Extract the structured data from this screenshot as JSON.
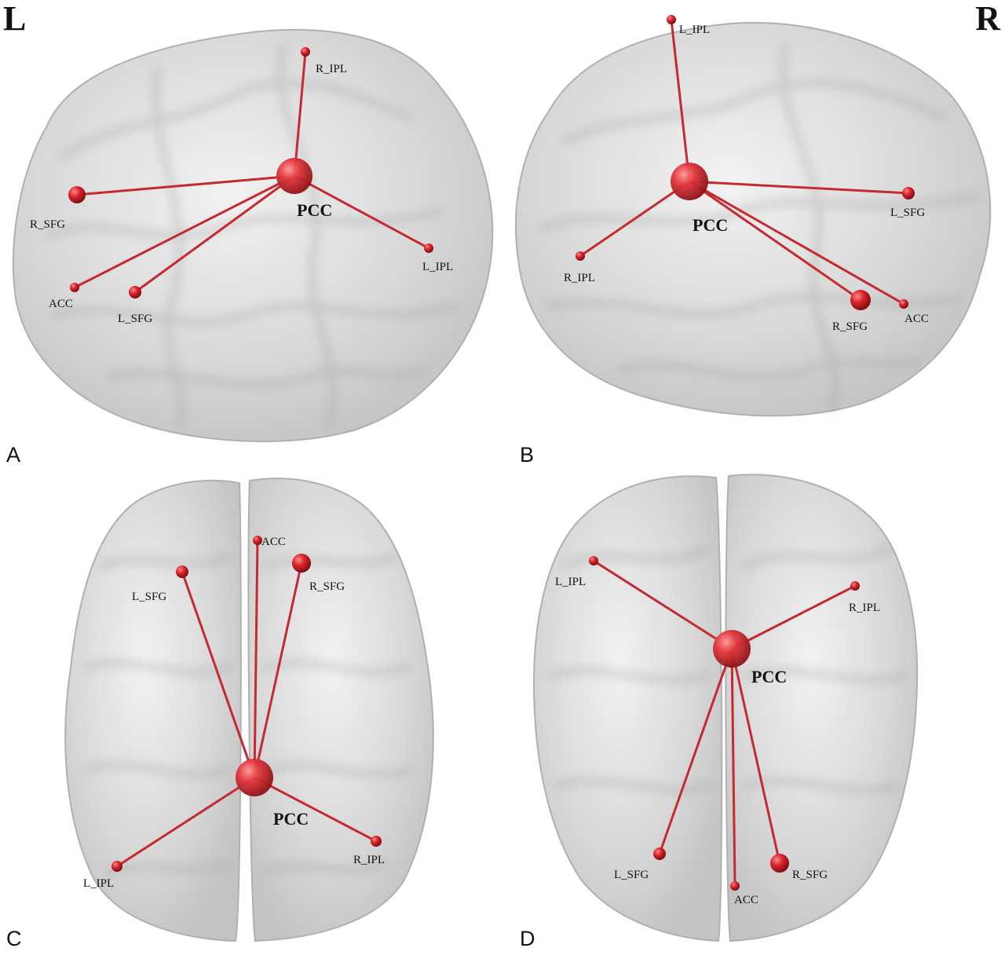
{
  "orientation": {
    "left": "L",
    "right": "R"
  },
  "colors": {
    "node": "#c8161d",
    "edge": "#c42a2f",
    "brain": "#bdbdbd"
  },
  "panels": [
    {
      "id": "A",
      "letter": "A",
      "hub": "PCC",
      "nodes": [
        {
          "id": "PCC",
          "label": "PCC"
        },
        {
          "id": "R_IPL",
          "label": "R_IPL"
        },
        {
          "id": "R_SFG",
          "label": "R_SFG"
        },
        {
          "id": "L_IPL",
          "label": "L_IPL"
        },
        {
          "id": "ACC",
          "label": "ACC"
        },
        {
          "id": "L_SFG",
          "label": "L_SFG"
        }
      ]
    },
    {
      "id": "B",
      "letter": "B",
      "hub": "PCC",
      "nodes": [
        {
          "id": "PCC",
          "label": "PCC"
        },
        {
          "id": "L_IPL",
          "label": "L_IPL"
        },
        {
          "id": "L_SFG",
          "label": "L_SFG"
        },
        {
          "id": "R_IPL",
          "label": "R_IPL"
        },
        {
          "id": "R_SFG",
          "label": "R_SFG"
        },
        {
          "id": "ACC",
          "label": "ACC"
        }
      ]
    },
    {
      "id": "C",
      "letter": "C",
      "hub": "PCC",
      "nodes": [
        {
          "id": "PCC",
          "label": "PCC"
        },
        {
          "id": "ACC",
          "label": "ACC"
        },
        {
          "id": "L_SFG",
          "label": "L_SFG"
        },
        {
          "id": "R_SFG",
          "label": "R_SFG"
        },
        {
          "id": "L_IPL",
          "label": "L_IPL"
        },
        {
          "id": "R_IPL",
          "label": "R_IPL"
        }
      ]
    },
    {
      "id": "D",
      "letter": "D",
      "hub": "PCC",
      "nodes": [
        {
          "id": "PCC",
          "label": "PCC"
        },
        {
          "id": "L_IPL",
          "label": "L_IPL"
        },
        {
          "id": "R_IPL",
          "label": "R_IPL"
        },
        {
          "id": "L_SFG",
          "label": "L_SFG"
        },
        {
          "id": "ACC",
          "label": "ACC"
        },
        {
          "id": "R_SFG",
          "label": "R_SFG"
        }
      ]
    }
  ]
}
